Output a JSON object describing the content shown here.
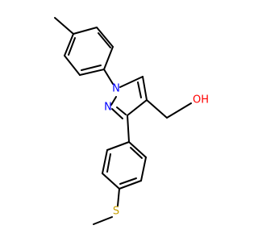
{
  "molecule": {
    "atoms": {
      "N1": "N",
      "N2": "N",
      "OH": "OH",
      "S": "S"
    },
    "colors": {
      "bond": "#000000",
      "nitrogen": "#0000ff",
      "oxygen": "#ff0000",
      "sulfur": "#c8a000"
    }
  }
}
